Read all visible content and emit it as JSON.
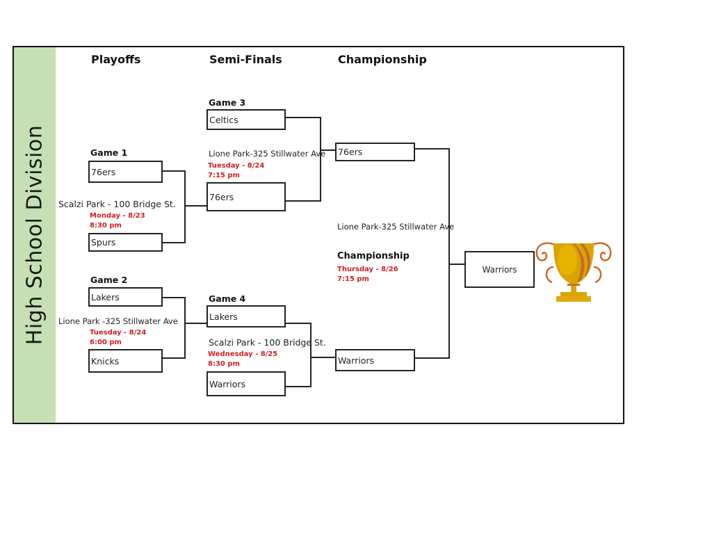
{
  "division_title": "High School Division",
  "colors": {
    "sidebar": "#c6e0b4",
    "accent_red": "#d21f1f",
    "trophy_gold": "#d9a400",
    "trophy_copper": "#c8692a"
  },
  "headers": {
    "round1": "Playoffs",
    "round2": "Semi-Finals",
    "round3": "Championship"
  },
  "games": [
    {
      "label": "Game 1",
      "teams": [
        "76ers",
        "Spurs"
      ],
      "location": "Scalzi Park - 100 Bridge St.",
      "day": "Monday - 8/23",
      "time": "8:30 pm"
    },
    {
      "label": "Game 2",
      "teams": [
        "Lakers",
        "Knicks"
      ],
      "location": "Lione Park -325 Stillwater Ave",
      "day": "Tuesday - 8/24",
      "time": "6:00 pm"
    },
    {
      "label": "Game 3",
      "teams": [
        "Celtics",
        "76ers"
      ],
      "location": "Lione Park-325 Stillwater Ave",
      "day": "Tuesday - 8/24",
      "time": "7:15 pm"
    },
    {
      "label": "Game 4",
      "teams": [
        "Lakers",
        "Warriors"
      ],
      "location": "Scalzi Park - 100 Bridge St.",
      "day": "Wednesday - 8/25",
      "time": "8:30 pm"
    }
  ],
  "championship": {
    "label": "Championship",
    "teams": [
      "76ers",
      "Warriors"
    ],
    "location": "Lione Park-325 Stillwater Ave",
    "day": "Thursday - 8/26",
    "time": "7:15 pm",
    "winner": "Warriors",
    "trophy_icon": "trophy-icon"
  }
}
